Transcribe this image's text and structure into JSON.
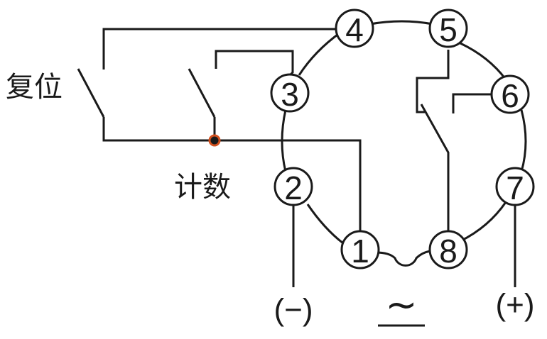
{
  "labels": {
    "reset": "复位",
    "count": "计数",
    "negative": "(−)",
    "positive": "(+)",
    "ac_symbol": "~"
  },
  "pins": [
    {
      "id": "1",
      "label": "1"
    },
    {
      "id": "2",
      "label": "2"
    },
    {
      "id": "3",
      "label": "3"
    },
    {
      "id": "4",
      "label": "4"
    },
    {
      "id": "5",
      "label": "5"
    },
    {
      "id": "6",
      "label": "6"
    },
    {
      "id": "7",
      "label": "7"
    },
    {
      "id": "8",
      "label": "8"
    }
  ],
  "colors": {
    "line": "#1a1a1a",
    "junction": "#d2501e"
  }
}
